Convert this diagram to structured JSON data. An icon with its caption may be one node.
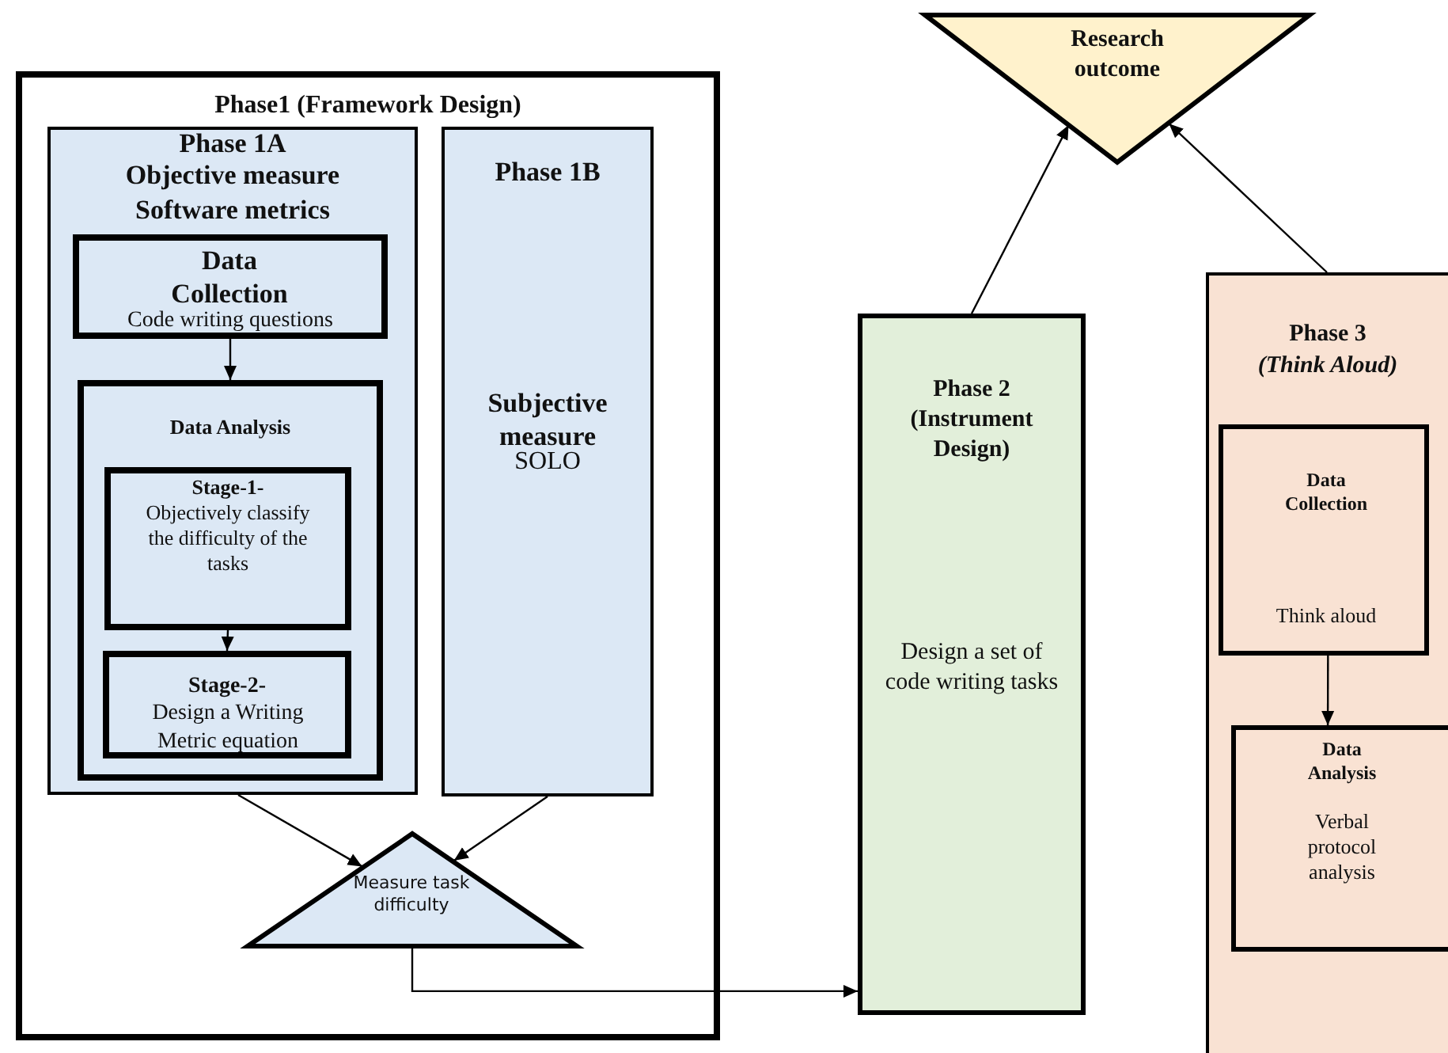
{
  "diagram": {
    "nodes": [
      {
        "text": [
          "Phase1 (Framework Design)"
        ]
      },
      {
        "text": [
          "Phase 1A",
          "Objective measure",
          "Software metrics"
        ],
        "in": 0
      },
      {
        "text": [
          "Data Collection",
          "Code writing questions"
        ],
        "in": 1
      },
      {
        "text": [
          "Data Analysis"
        ],
        "in": 1
      },
      {
        "text": [
          "Stage-1-",
          "Objectively classify the difficulty of the tasks"
        ],
        "in": 3
      },
      {
        "text": [
          "Stage-2-",
          "Design a Writing Metric equation"
        ],
        "in": 3
      },
      {
        "text": [
          "Phase 1B",
          "Subjective measure",
          "SOLO"
        ],
        "in": 0
      },
      {
        "text": [
          "Measure task difficulty"
        ],
        "in": 0
      },
      {
        "text": [
          "Research outcome"
        ]
      },
      {
        "text": [
          "Phase 2 (Instrument Design)",
          "Design a set of code writing tasks"
        ]
      },
      {
        "text": [
          "Phase 3",
          "(Think Aloud)"
        ]
      },
      {
        "text": [
          "Data Collection",
          "Think aloud"
        ],
        "in": 10
      },
      {
        "text": [
          "Data Analysis",
          "Verbal protocol analysis"
        ],
        "in": 10
      }
    ],
    "edges": [
      {
        "from": 2,
        "to": 3,
        "arrow": "to"
      },
      {
        "from": 4,
        "to": 5,
        "arrow": "to"
      },
      {
        "from": 1,
        "to": 7,
        "arrow": "to"
      },
      {
        "from": 6,
        "to": 7,
        "arrow": "to"
      },
      {
        "from": 7,
        "to": 9,
        "arrow": "to"
      },
      {
        "from": 9,
        "to": 8,
        "arrow": "to"
      },
      {
        "from": 10,
        "to": 8,
        "arrow": "to"
      },
      {
        "from": 11,
        "to": 12,
        "arrow": "to"
      }
    ]
  }
}
